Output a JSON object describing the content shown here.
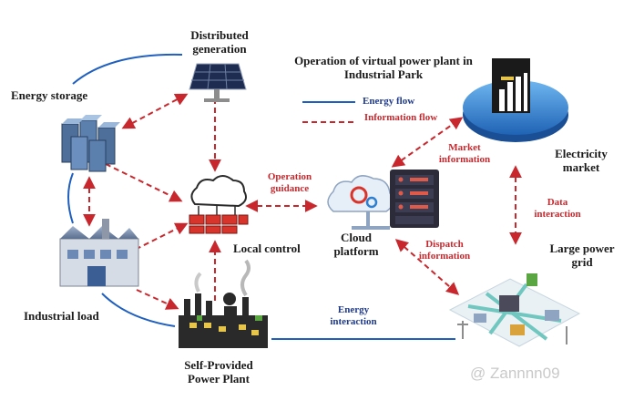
{
  "title": "Operation of virtual power plant in Industrial Park",
  "legend": {
    "energy_flow": "Energy flow",
    "information_flow": "Information flow"
  },
  "nodes": {
    "distributed_generation": "Distributed generation",
    "energy_storage": "Energy storage",
    "industrial_load": "Industrial load",
    "self_provided": "Self-Provided Power Plant",
    "local_control": "Local control",
    "cloud_platform": "Cloud platform",
    "electricity_market": "Electricity market",
    "large_power_grid": "Large power grid"
  },
  "edges": {
    "operation_guidance": "Operation guidance",
    "market_information": "Market information",
    "data_interaction": "Data interaction",
    "dispatch_information": "Dispatch information",
    "energy_interaction": "Energy interaction"
  },
  "watermark": "@ Zannnn09",
  "colors": {
    "energy": "#1f5fbf",
    "information": "#c8282d",
    "accent": "#2f7fd0"
  }
}
